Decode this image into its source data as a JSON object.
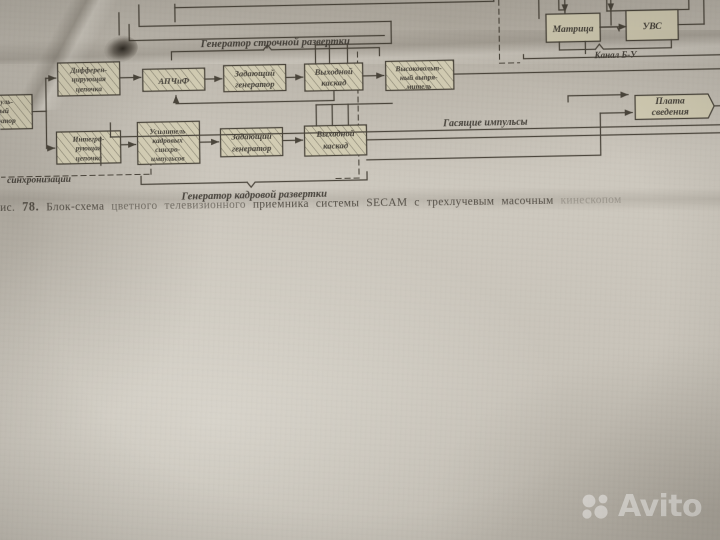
{
  "page": {
    "background_color": "#c9c4ba",
    "ink_color": "#3b362d",
    "media": "photograph of a printed book page"
  },
  "figure": {
    "caption_label": "ис.",
    "caption_number": "78.",
    "caption_words": [
      "Блок-схема",
      "цветного",
      "телевизионного",
      "приемника",
      "системы",
      "SECAM",
      "с",
      "трехлучевым",
      "масочным",
      "кинескопом"
    ],
    "caption_full": "ис. 78. Блок-схема цветного телевизионного приемника системы SECAM с трехлучевым масочным кинескопом"
  },
  "diagram": {
    "title": "Блок-схема цветного телевизионного приемника системы SECAM",
    "group_labels": [
      {
        "id": "line-scan",
        "text": "Генератор строчной развертки"
      },
      {
        "id": "frame-scan",
        "text": "Генератор кадровой развертки"
      },
      {
        "id": "sync",
        "text": "синхронизации"
      }
    ],
    "wire_labels": [
      {
        "id": "blanking-pulses",
        "text": "Гасящие импульсы"
      },
      {
        "id": "channel-b-y",
        "text": "Канал Б-У"
      }
    ],
    "blocks": [
      {
        "id": "pulse-selector",
        "text": "мпуль-\nный\nелектор",
        "hatched": true,
        "clipped": true
      },
      {
        "id": "differentiating-chain",
        "text": "Дифферен-\nцирующая\nцепочка",
        "hatched": true,
        "clipped": false
      },
      {
        "id": "integrating-chain",
        "text": "Интегри-\nрующая\nцепочка",
        "hatched": true,
        "clipped": false
      },
      {
        "id": "apchif",
        "text": "АПЧиФ",
        "hatched": true,
        "clipped": false
      },
      {
        "id": "line-master-osc",
        "text": "Задающий\nгенератор",
        "hatched": true,
        "clipped": false
      },
      {
        "id": "line-output-stage",
        "text": "Выходной\nкаскад",
        "hatched": true,
        "clipped": false
      },
      {
        "id": "hv-rectifier",
        "text": "Высоковольт-\nный выпря-\nмитель",
        "hatched": true,
        "clipped": false
      },
      {
        "id": "frame-sync-amp",
        "text": "Усилитель\nкадровых\nсинхро-\nимпульсов",
        "hatched": true,
        "clipped": false
      },
      {
        "id": "frame-master-osc",
        "text": "Задающий\nгенератор",
        "hatched": true,
        "clipped": false
      },
      {
        "id": "frame-output-stage",
        "text": "Выходной\nкаскад",
        "hatched": true,
        "clipped": false
      },
      {
        "id": "matrix",
        "text": "Матрица",
        "hatched": false,
        "clipped": false
      },
      {
        "id": "uvs",
        "text": "УВС",
        "hatched": false,
        "clipped": false
      },
      {
        "id": "convergence-board",
        "text": "Плата\nсведения",
        "hatched": false,
        "clipped": false
      }
    ]
  },
  "watermark": {
    "brand": "Avito",
    "logo_icon": "avito-dots-icon",
    "color": "#ffffff"
  }
}
